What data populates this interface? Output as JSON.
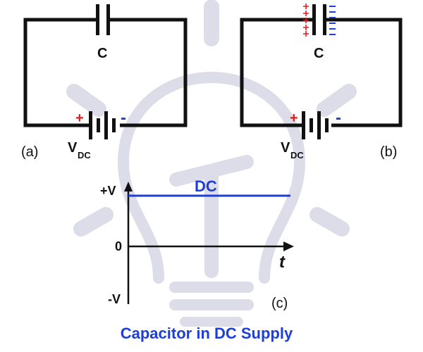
{
  "circuit_a": {
    "capacitor_label": "C",
    "source_label_main": "V",
    "source_label_sub": "DC",
    "plus_sign": "+",
    "minus_sign": "-",
    "panel_label": "(a)"
  },
  "circuit_b": {
    "capacitor_label": "C",
    "source_label_main": "V",
    "source_label_sub": "DC",
    "plus_sign": "+",
    "minus_sign": "-",
    "panel_label": "(b)"
  },
  "graph": {
    "y_top_label": "+V",
    "y_zero_label": "0",
    "y_bottom_label": "-V",
    "x_axis_label": "t",
    "signal_label": "DC",
    "panel_label": "(c)"
  },
  "caption": "Capacitor in DC Supply",
  "colors": {
    "wire": "#111111",
    "positive": "#e01b1b",
    "negative": "#1d3fd8",
    "signal": "#1d3fd8",
    "caption": "#1d3fd8",
    "watermark": "#d9dbe8"
  },
  "watermark_icon": "light-bulb-icon"
}
